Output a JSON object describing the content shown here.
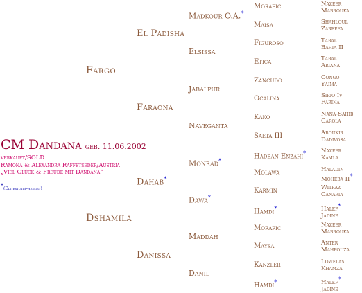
{
  "horse": {
    "name": "CM Dandana",
    "born": "geb. 11.06.2002",
    "status": "verkauft/SOLD",
    "owners": "Ramona & Alexandra Raffetseder/Austria",
    "motto": "„Viel Glück & Freude mit Dandana“",
    "elite_note": "(Elitestute/-hengst)",
    "star": "*"
  },
  "pedigree": {
    "sire": {
      "name": "Fargo"
    },
    "dam": {
      "name": "Dshamila"
    },
    "gen2": [
      {
        "name": "El Padisha"
      },
      {
        "name": "Faraona"
      },
      {
        "name": "Dahab",
        "star": "*"
      },
      {
        "name": "Danissa"
      }
    ],
    "gen3": [
      {
        "name": "Madkour O.A.",
        "star": "*"
      },
      {
        "name": "Elsissa"
      },
      {
        "name": "Jabalpur"
      },
      {
        "name": "Naveganta"
      },
      {
        "name": "Monrad",
        "star": "*"
      },
      {
        "name": "Dawa",
        "star": "*"
      },
      {
        "name": "Maddah"
      },
      {
        "name": "Danil"
      }
    ],
    "gen4": [
      {
        "name": "Morafic"
      },
      {
        "name": "Maisa"
      },
      {
        "name": "Figuroso"
      },
      {
        "name": "Etica"
      },
      {
        "name": "Zancudo"
      },
      {
        "name": "Ocalina"
      },
      {
        "name": "Kako"
      },
      {
        "name": "Saeta III"
      },
      {
        "name": "Hadban Enzahi",
        "star": "*"
      },
      {
        "name": "Molawa"
      },
      {
        "name": "Karmin"
      },
      {
        "name": "Hamdi",
        "star": "*"
      },
      {
        "name": "Morafic"
      },
      {
        "name": "Maysa"
      },
      {
        "name": "Kanzler"
      },
      {
        "name": "Hamdi",
        "star": "*"
      }
    ],
    "gen5": [
      {
        "sire": "Nazeer",
        "dam": "Mabrouka"
      },
      {
        "sire": "Shahloul",
        "dam": "Zareefa"
      },
      {
        "sire": "Tabal",
        "dam": "Bahia II"
      },
      {
        "sire": "Tabal",
        "dam": "Ariana"
      },
      {
        "sire": "Congo",
        "dam": "Yaima"
      },
      {
        "sire": "Sirio Iv",
        "dam": "Farina"
      },
      {
        "sire": "Nana-Sahib",
        "dam": "Carola"
      },
      {
        "sire": "Aboukir",
        "dam": "Dadivosa"
      },
      {
        "sire": "Nazeer",
        "dam": "Kamla"
      },
      {
        "sire": "Haladin",
        "dam": "Moheba II",
        "dam_star": "*"
      },
      {
        "sire": "Witraz",
        "dam": "Canaria"
      },
      {
        "sire": "Halef",
        "dam": "Jadine",
        "sire_star": "*"
      },
      {
        "sire": "Nazeer",
        "dam": "Mabrouka"
      },
      {
        "sire": "Anter",
        "dam": "Mahfouza"
      },
      {
        "sire": "Lowelas",
        "dam": "Khamza"
      },
      {
        "sire": "Halef",
        "dam": "Jadine",
        "sire_star": "*"
      }
    ]
  }
}
